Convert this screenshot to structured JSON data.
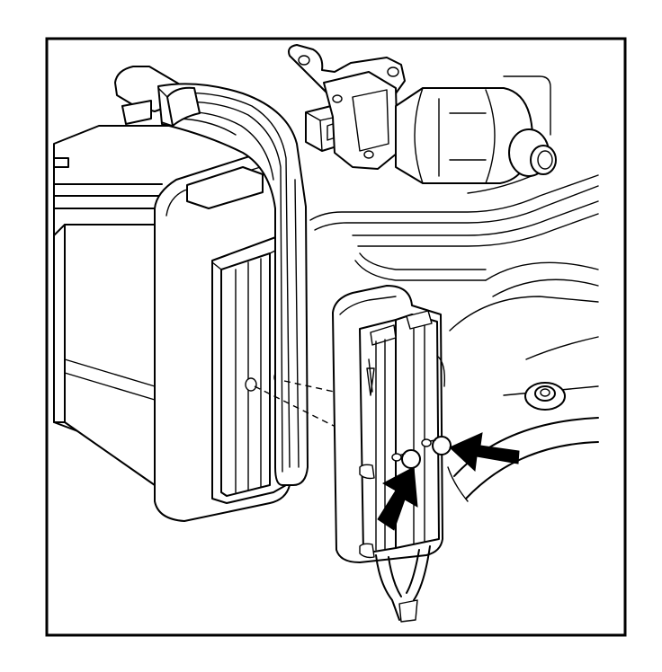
{
  "figure": {
    "components": [
      "frame",
      "idle-air-control-motor",
      "wiring-harness",
      "ecm-module",
      "ecm-socket-connector",
      "harness-connector",
      "connector-bolt",
      "body-panel",
      "mounting-stud"
    ],
    "callout_arrows": 2,
    "colors": {
      "ink": "#000000",
      "paper": "#ffffff"
    }
  }
}
